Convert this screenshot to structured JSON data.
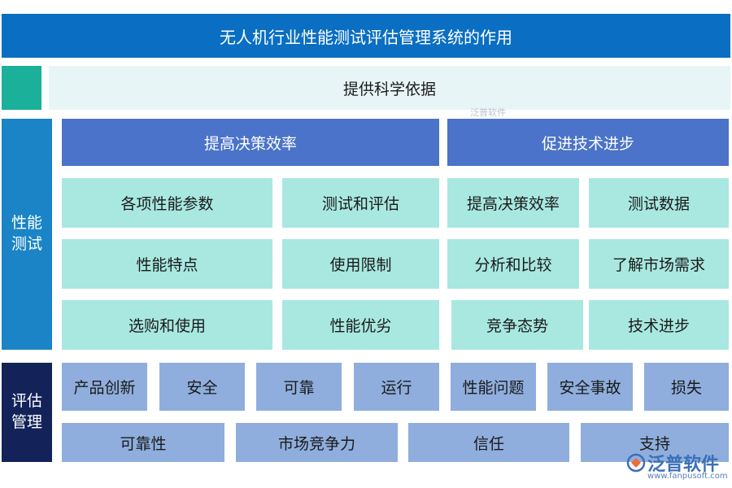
{
  "title": "无人机行业性能测试评估管理系统的作用",
  "top_row": "提供科学依据",
  "side": {
    "performance_test": "性能\n测试",
    "evaluation_management": "评估\n管理"
  },
  "headers": {
    "left": "提高决策效率",
    "right": "促进技术进步"
  },
  "performance_left": [
    [
      "各项性能参数",
      "测试和评估"
    ],
    [
      "性能特点",
      "使用限制"
    ],
    [
      "选购和使用",
      "性能优劣"
    ]
  ],
  "performance_right": [
    [
      "提高决策效率",
      "测试数据"
    ],
    [
      "分析和比较",
      "了解市场需求"
    ],
    [
      "竞争态势",
      "技术进步"
    ]
  ],
  "evaluation_row1": [
    "产品创新",
    "安全",
    "可靠",
    "运行",
    "性能问题",
    "安全事故",
    "损失"
  ],
  "evaluation_row2": [
    "可靠性",
    "市场竞争力",
    "信任",
    "支持"
  ],
  "watermark": {
    "small": "泛普软件",
    "brand": "泛普软件",
    "url": "www.fanpusoft.com"
  },
  "colors": {
    "title": "#0a6fc2",
    "teal_square": "#1ab09a",
    "side_test": "#1a84c6",
    "side_eval": "#13235a",
    "header_blue": "#4a73c9",
    "aqua_cell": "#a8e8e0",
    "periwinkle_cell": "#8faedd"
  }
}
